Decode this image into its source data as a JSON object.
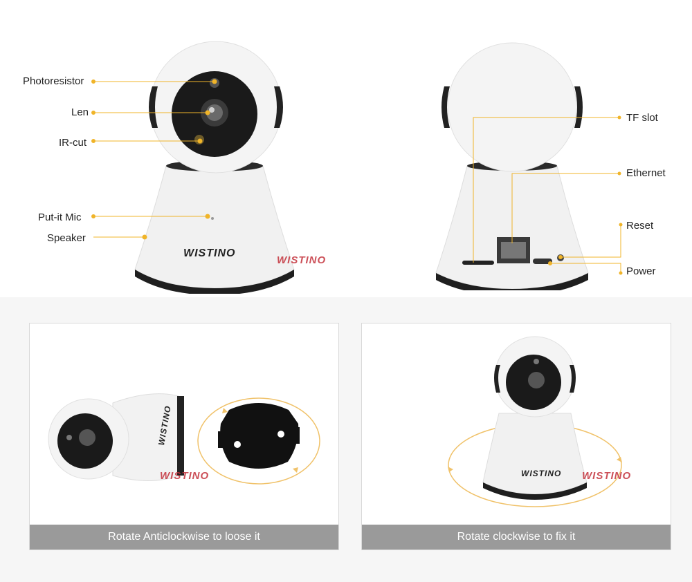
{
  "front_labels": [
    "Photoresistor",
    "Len",
    "IR-cut",
    "Put-it Mic",
    "Speaker"
  ],
  "back_labels": [
    "TF slot",
    "Ethernet",
    "Reset",
    "Power"
  ],
  "brand": {
    "name": "Wistino",
    "logo_text_front": "WISTINO",
    "logo_text_watermark": "WISTINO"
  },
  "captions": {
    "left": "Rotate Anticlockwise to loose it",
    "right": "Rotate clockwise to fix it"
  },
  "colors": {
    "accent_line": "#f0b429",
    "caption_bg": "#9a9a9a",
    "camera_body": "#f2f2f2",
    "camera_dark": "#1c1c1c"
  }
}
